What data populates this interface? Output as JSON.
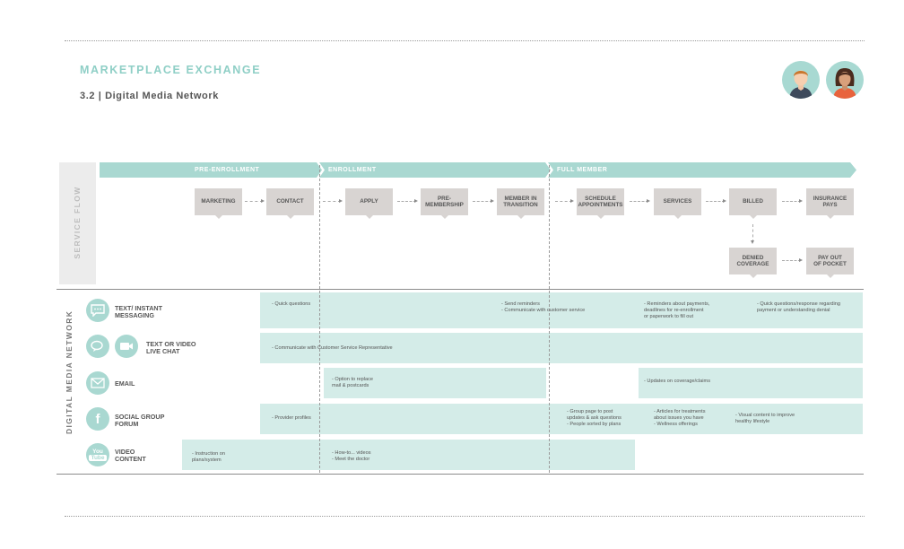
{
  "header": {
    "title": "MARKETPLACE EXCHANGE",
    "subtitle": "3.2 | Digital Media Network"
  },
  "service_flow": {
    "label": "SERVICE FLOW",
    "phases": [
      "PRE-ENROLLMENT",
      "ENROLLMENT",
      "FULL MEMBER"
    ],
    "steps": [
      "MARKETING",
      "CONTACT",
      "APPLY",
      "PRE-\nMEMBERSHIP",
      "MEMBER IN\nTRANSITION",
      "SCHEDULE\nAPPOINTMENTS",
      "SERVICES",
      "BILLED",
      "INSURANCE\nPAYS",
      "DENIED\nCOVERAGE",
      "PAY OUT\nOF POCKET"
    ]
  },
  "digital_media_network": {
    "label": "DIGITAL MEDIA NETWORK",
    "channels": [
      {
        "icon": "chat-bubble-icon",
        "label": "TEXT/ INSTANT\nMESSAGING",
        "notes": [
          "- Quick questions",
          "- Send reminders\n- Communicate with customer service",
          "- Reminders about payments,\n  deadlines for re-enrollment\n  or paperwork to fill out",
          "- Quick questions/response regarding\n  payment or understanding denial"
        ]
      },
      {
        "icon": "video-chat-icon",
        "label": "TEXT OR VIDEO\nLIVE CHAT",
        "notes": [
          "- Communicate with Customer Service Representative"
        ]
      },
      {
        "icon": "email-icon",
        "label": "EMAIL",
        "notes": [
          "- Option to replace\n  mail & postcards",
          "- Updates on coverage/claims"
        ]
      },
      {
        "icon": "facebook-icon",
        "label": "SOCIAL GROUP\nFORUM",
        "notes": [
          "- Provider profiles",
          "- Group page to post\n  updates & ask questions\n- People sorted by plans",
          "- Articles for treatments\n  about issues you have\n- Wellness offerings",
          "- Visual content to improve\n  healthy lifestyle"
        ]
      },
      {
        "icon": "youtube-icon",
        "label": "VIDEO\nCONTENT",
        "notes": [
          "- Instruction on\n  plans/system",
          "- How-to... videos\n- Meet the doctor"
        ]
      }
    ]
  },
  "icons": {
    "facebook_glyph": "f",
    "youtube_glyph_top": "You",
    "youtube_glyph_bottom": "Tube"
  },
  "colors": {
    "accent": "#8fcfc6",
    "phase_bar": "#a9d8d1",
    "band": "#d4ece8",
    "step_box": "#d8d4d2"
  }
}
